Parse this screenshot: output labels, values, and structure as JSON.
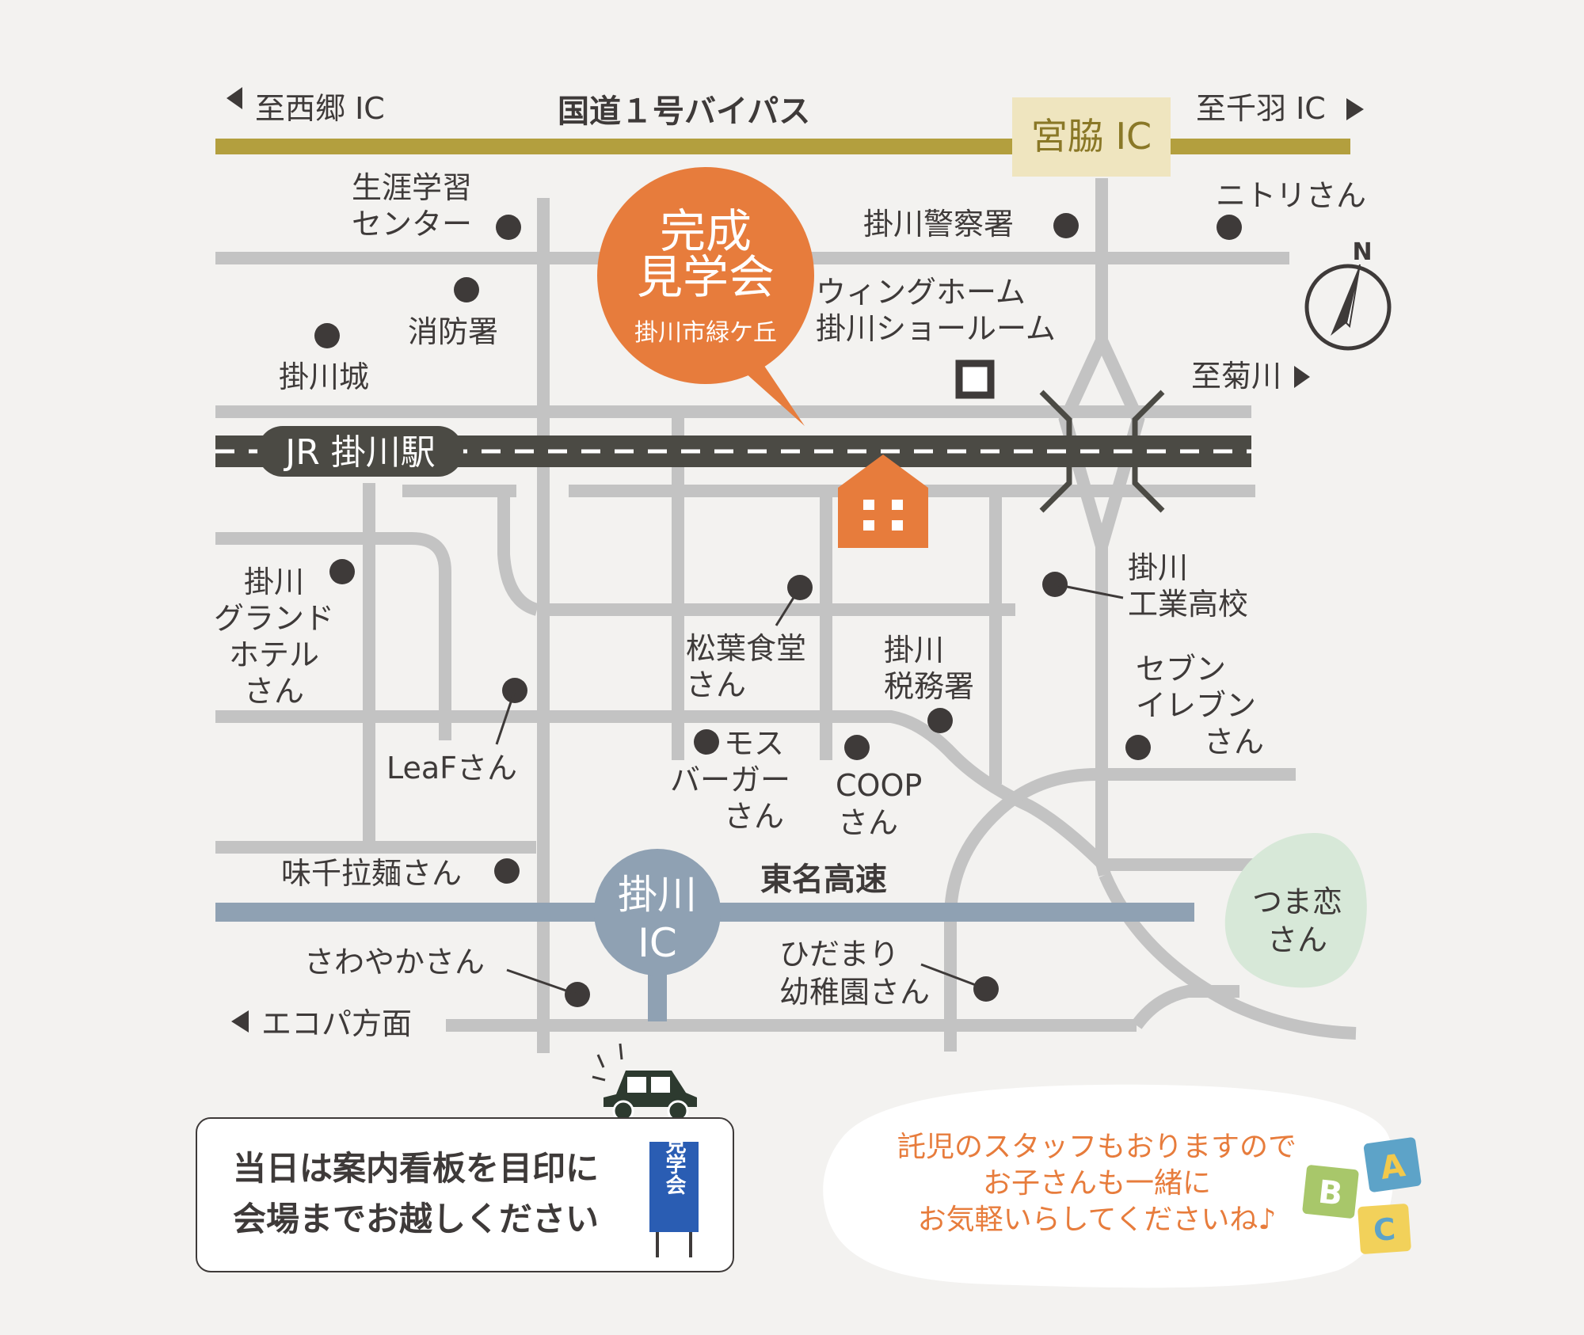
{
  "colors": {
    "background": "#f3f2f0",
    "local_road": "#c3c3c3",
    "bypass": "#b39f3e",
    "expressway": "#8fa1b3",
    "railway": "#4b4a44",
    "accent": "#e77c3c",
    "text": "#3e3a39",
    "sign_blue": "#2a5db3",
    "park_green": "#d7e8d8"
  },
  "roads": {
    "bypass_name": "国道１号バイパス",
    "to_west": "至西郷 IC",
    "to_east": "至千羽 IC",
    "interchange_top": "宮脇 IC",
    "to_kikugawa": "至菊川",
    "expressway_name": "東名高速",
    "kakegawa_ic": [
      "掛川",
      "IC"
    ],
    "to_ecopa": "エコパ方面"
  },
  "station": {
    "name": "JR 掛川駅"
  },
  "venue": {
    "title_lines": [
      "完成",
      "見学会"
    ],
    "address": "掛川市緑ケ丘"
  },
  "landmarks": {
    "lifelong_center": [
      "生涯学習",
      "センター"
    ],
    "fire_station": [
      "消防署"
    ],
    "castle": [
      "掛川城"
    ],
    "police": [
      "掛川警察署"
    ],
    "nitori": [
      "ニトリさん"
    ],
    "wing_home": [
      "ウィングホーム",
      "掛川ショールーム"
    ],
    "grand_hotel": [
      "掛川",
      "グランド",
      "ホテル",
      "さん"
    ],
    "leaf": [
      "LeaFさん"
    ],
    "shoyo": [
      "松葉食堂",
      "さん"
    ],
    "tax_office": [
      "掛川",
      "税務署"
    ],
    "mos": [
      "モス",
      "バーガー",
      "さん"
    ],
    "coop": [
      "COOP",
      "さん"
    ],
    "tech_school": [
      "掛川",
      "工業高校"
    ],
    "seven": [
      "セブン",
      "イレブン",
      "さん"
    ],
    "ramen": [
      "味千拉麺さん"
    ],
    "sawayaka": [
      "さわやかさん"
    ],
    "hidamari": [
      "ひだまり",
      "幼稚園さん"
    ],
    "tsumakoi": [
      "つま恋",
      "さん"
    ]
  },
  "compass": {
    "label": "N"
  },
  "notice": {
    "lines": [
      "当日は案内看板を目印に",
      "会場までお越しください"
    ],
    "sign_text": "見学会"
  },
  "childcare": {
    "lines": [
      "託児のスタッフもおりますので",
      "お子さんも一緒に",
      "お気軽いらしてくださいね♪"
    ],
    "blocks": [
      "A",
      "B",
      "C"
    ]
  }
}
